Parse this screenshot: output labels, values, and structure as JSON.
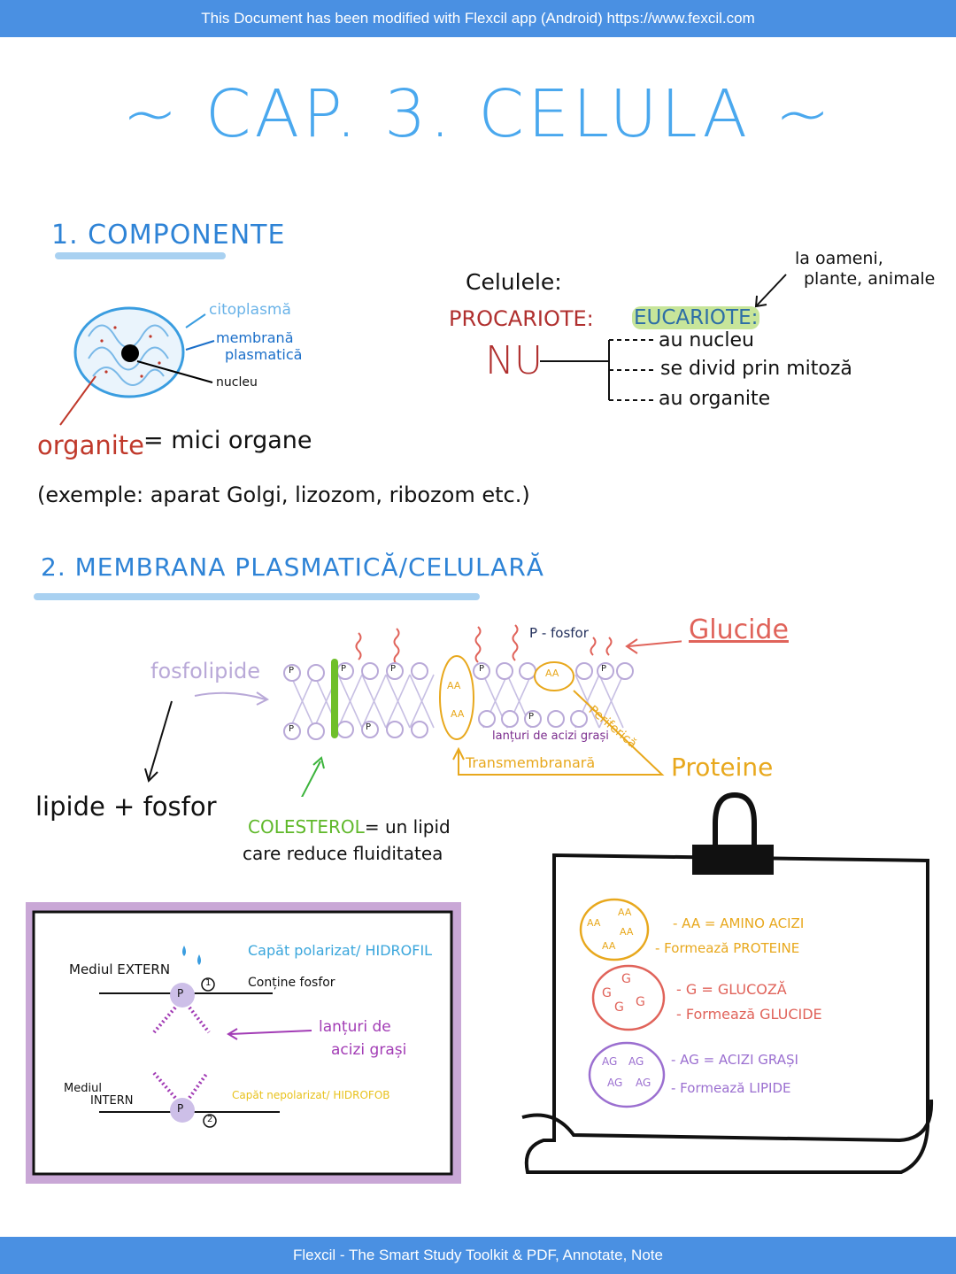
{
  "banner_top": "This Document has been modified with Flexcil app (Android) https://www.fexcil.com",
  "banner_bottom": "Flexcil - The Smart Study Toolkit & PDF, Annotate, Note",
  "title": "~ CAP. 3. CELULA ~",
  "section1": {
    "heading": "1. COMPONENTE",
    "labels": {
      "citoplasma": "citoplasmă",
      "membrana": "membrană",
      "plasmatica": "plasmatică",
      "nucleu": "nucleu"
    },
    "organite": "organite",
    "organite_def": "= mici organe",
    "examples": "(exemple: aparat Golgi, lizozom, ribozom etc.)",
    "celulele": "Celulele:",
    "procariote": "PROCARIOTE:",
    "nu": "NU",
    "eucariote": "EUCARIOTE:",
    "oameni_1": "la oameni,",
    "oameni_2": "plante, animale",
    "traits": [
      "au nucleu",
      "se divid prin mitoză",
      "au organite"
    ]
  },
  "section2": {
    "heading": "2. MEMBRANA PLASMATICĂ/CELULARĂ",
    "fosfolipide": "fosfolipide",
    "p_fosfor": "P - fosfor",
    "glucide": "Glucide",
    "p_letter": "P",
    "aa": "AA",
    "lanturi": "lanțuri de acizi grași",
    "periferica": "Periferică",
    "transmembranara": "Transmembranară",
    "proteine": "Proteine",
    "lipide": "lipide + fosfor",
    "colesterol_1": "COLESTEROL",
    "colesterol_2": "= un lipid",
    "colesterol_3": "care reduce fluiditatea"
  },
  "box_left": {
    "mediul_extern": "Mediul EXTERN",
    "capat_polarizat": "Capăt polarizat",
    "hidrofil": "/ HIDROFIL",
    "contine_fosfor": "Conține fosfor",
    "num1": "1",
    "lanturi_1": "lanțuri de",
    "lanturi_2": "acizi grași",
    "mediul_intern_1": "Mediul",
    "mediul_intern_2": "INTERN",
    "capat_nepolarizat": "Capăt nepolarizat/ HIDROFOB",
    "num2": "2",
    "p": "P"
  },
  "box_right": {
    "aa_token": "AA",
    "g_token": "G",
    "ag_token": "AG",
    "aa_line1": "- AA = AMINO ACIZI",
    "aa_line2": "- Formează PROTEINE",
    "g_line1": "- G = GLUCOZĂ",
    "g_line2": "- Formează GLUCIDE",
    "ag_line1": "- AG = ACIZI GRAȘI",
    "ag_line2": "- Formează LIPIDE"
  },
  "colors": {
    "banner": "#4a90e2",
    "title": "#4aa8ee",
    "red": "#c0392b",
    "green": "#6fbf2a",
    "orange": "#e8a81d",
    "purple": "#9b3fb5",
    "lavender": "#b9a9d8"
  }
}
